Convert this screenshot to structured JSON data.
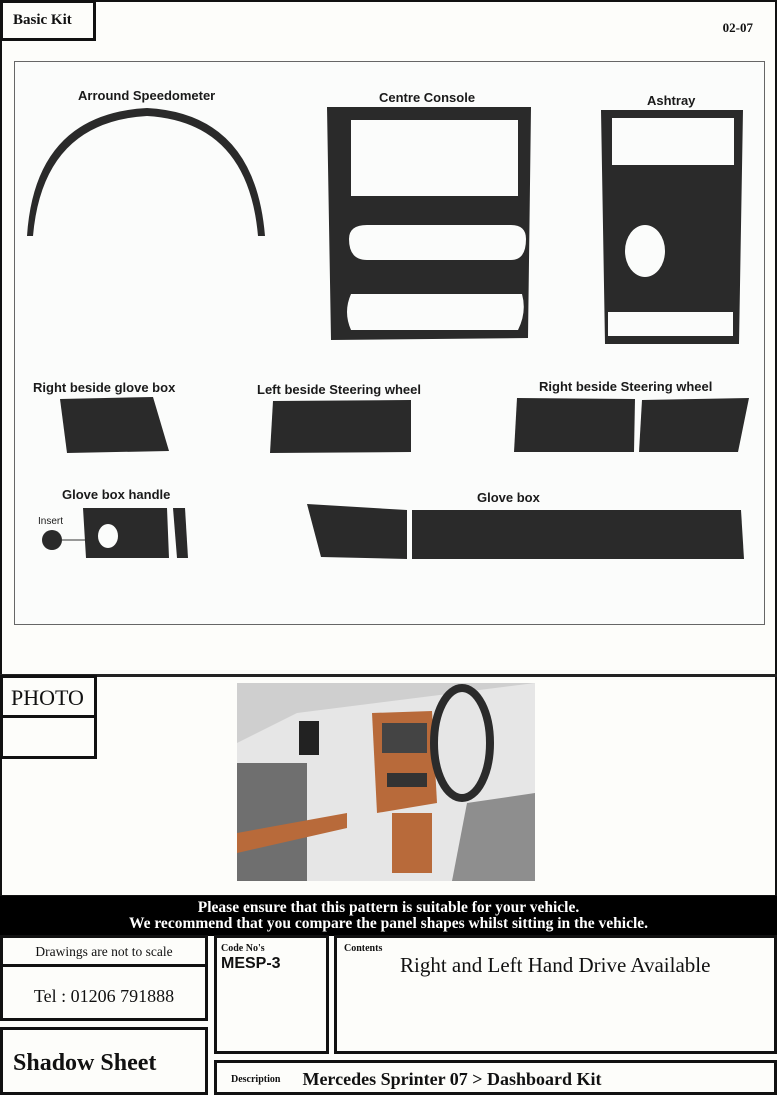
{
  "header": {
    "kit_label": "Basic Kit",
    "date_code": "02-07"
  },
  "pattern_sheet": {
    "labels": {
      "speedometer": "Arround Speedometer",
      "centre_console": "Centre Console",
      "ashtray": "Ashtray",
      "right_glove": "Right beside glove box",
      "left_steering": "Left beside Steering wheel",
      "right_steering": "Right beside Steering wheel",
      "glove_handle": "Glove box handle",
      "insert": "Insert",
      "glove_box": "Glove box"
    },
    "shape_color": "#2a2a2a"
  },
  "photo": {
    "label": "PHOTO",
    "alt": "Dashboard with burr walnut trim"
  },
  "warning": {
    "line1": "Please ensure that this pattern is suitable for your vehicle.",
    "line2": "We recommend that you compare the panel shapes whilst sitting in the vehicle."
  },
  "footer": {
    "scale_note": "Drawings are not to scale",
    "tel": "Tel : 01206 791888",
    "sheet_type": "Shadow Sheet",
    "code_label": "Code No's",
    "code_value": "MESP-3",
    "contents_label": "Contents",
    "contents_value": "Right and Left Hand Drive Available",
    "description_label": "Description",
    "description_value": "Mercedes Sprinter 07 > Dashboard Kit"
  }
}
